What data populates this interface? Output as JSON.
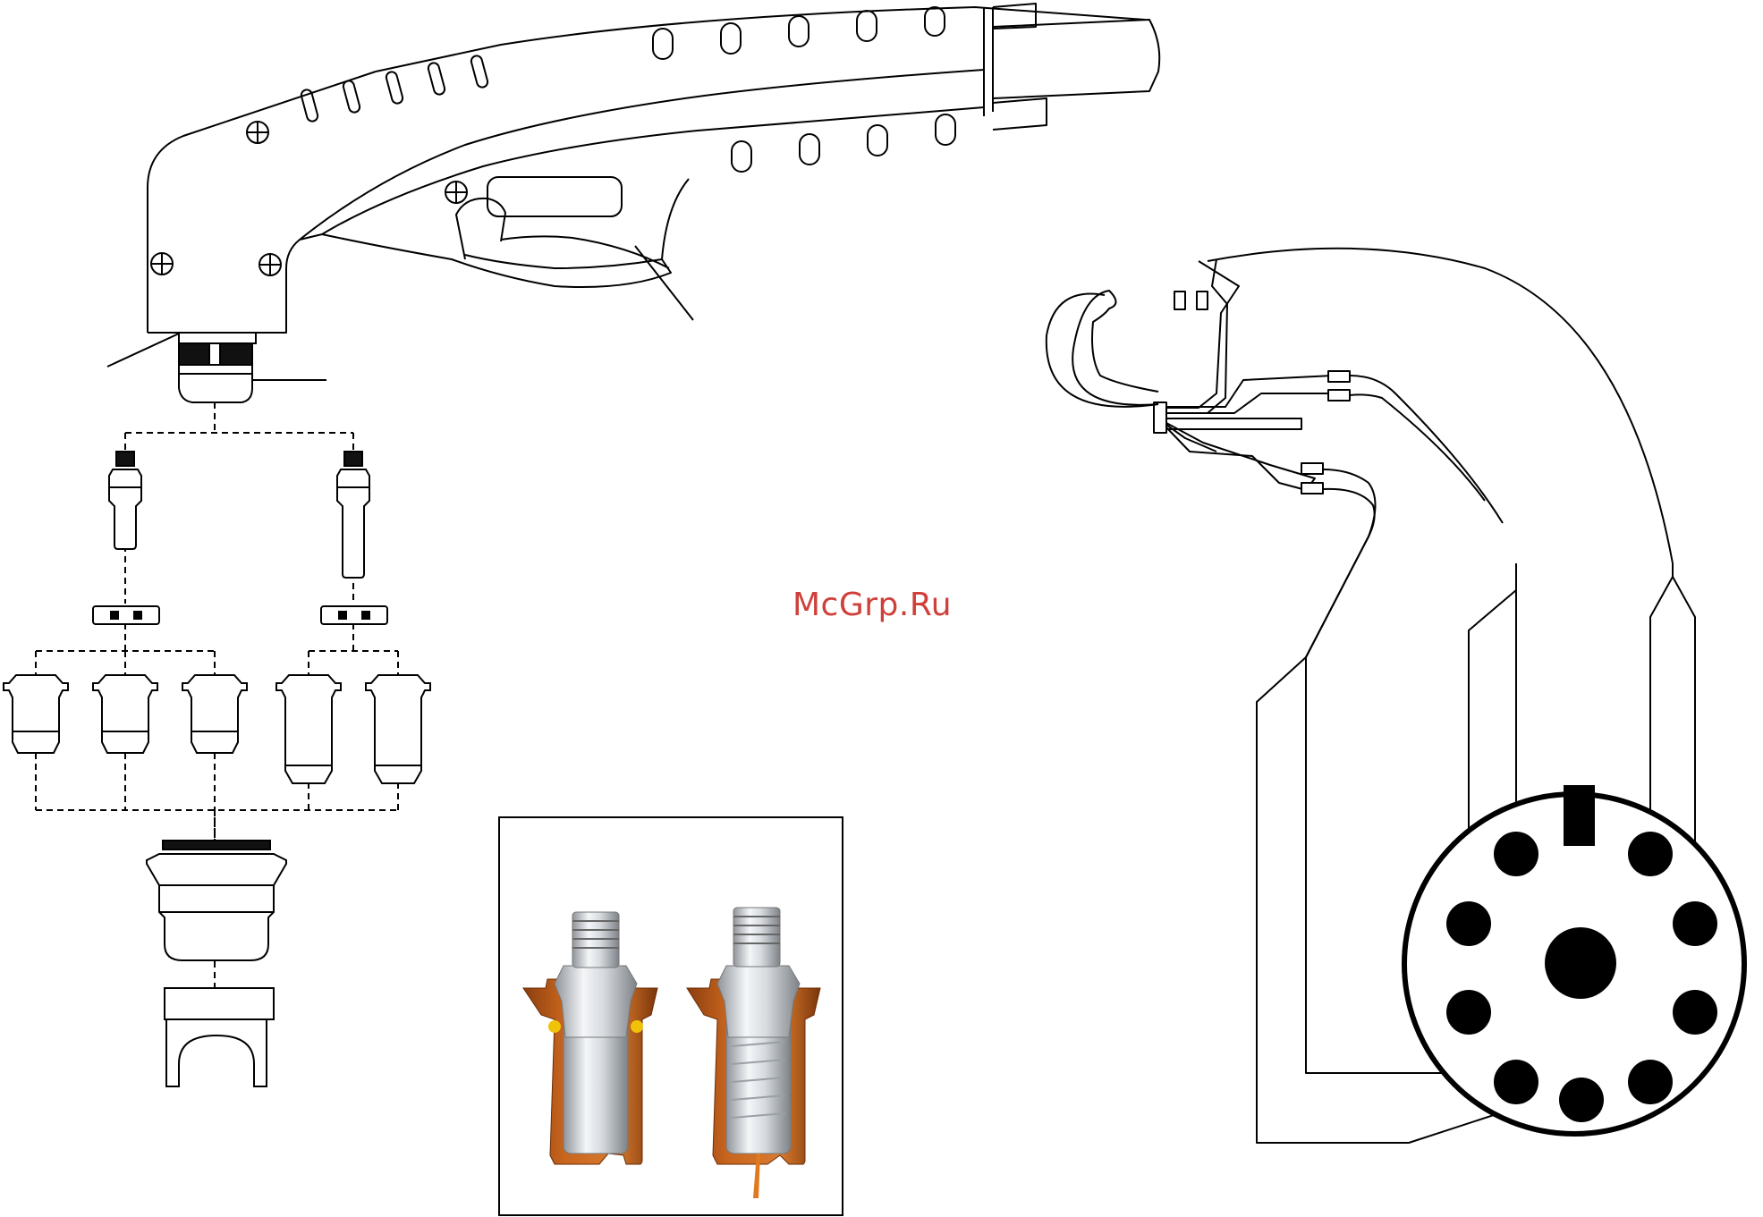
{
  "watermark": {
    "text": "McGrp.Ru",
    "color": "#d0403a"
  },
  "figure": {
    "torch": {
      "icon": "plasma-torch-outline"
    },
    "consumables": {
      "electrodes": 2,
      "swirl_rings": 2,
      "nozzles": 5,
      "icons": [
        "electrode-icon",
        "swirl-ring-icon",
        "nozzle-icon",
        "shield-cup-icon",
        "drag-shield-icon"
      ]
    },
    "photo_panel": {
      "content": "electrode-cutaway-photos",
      "count": 2,
      "copper_color": "#c8651e"
    },
    "wiring": {
      "connector_pins": 9,
      "line_color": "#000000"
    }
  }
}
